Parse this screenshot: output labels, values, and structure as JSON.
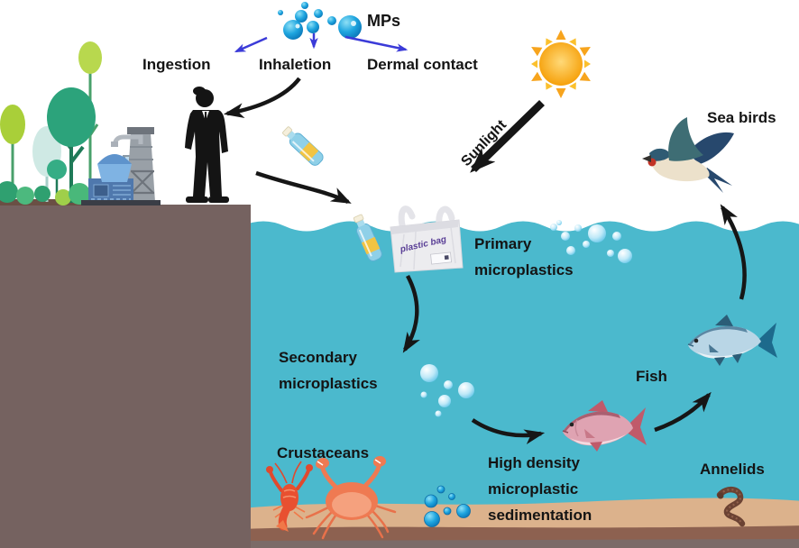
{
  "labels": {
    "mps": "MPs",
    "ingestion": "Ingestion",
    "inhalation": "Inhaletion",
    "dermal_contact": "Dermal contact",
    "sunlight": "Sunlight",
    "primary_microplastics": "Primary microplastics",
    "secondary_microplastics": "Secondary microplastics",
    "crustaceans": "Crustaceans",
    "high_density_sedimentation": "High density microplastic sedimentation",
    "fish": "Fish",
    "annelids": "Annelids",
    "sea_birds": "Sea birds",
    "plastic_bag": "plastic bag"
  },
  "illustrations": [
    "mps-bubbles-icon",
    "sun-icon",
    "trees-icon",
    "factory-icon",
    "human-silhouette-icon",
    "plastic-bottle-icon",
    "plastic-bag-icon",
    "surface-bubbles-icon",
    "secondary-bubbles-icon",
    "sediment-bubbles-icon",
    "pink-fish-icon",
    "blue-fish-icon",
    "swallow-bird-icon",
    "crab-icon",
    "shrimp-icon",
    "worm-icon"
  ],
  "colors": {
    "sky": "#ffffff",
    "water": "#4bb9cd",
    "land_cliff": "#756260",
    "sand": "#dcb28c",
    "subsoil": "#8d6150",
    "bedrock": "#7b6b68",
    "arrow_black": "#161616",
    "arrow_blue": "#3b3bd8",
    "sun_core": "#f59d00",
    "mp_bubble": "#17a0dd",
    "surface_bubble": "#aee3f5",
    "text": "#141414"
  }
}
